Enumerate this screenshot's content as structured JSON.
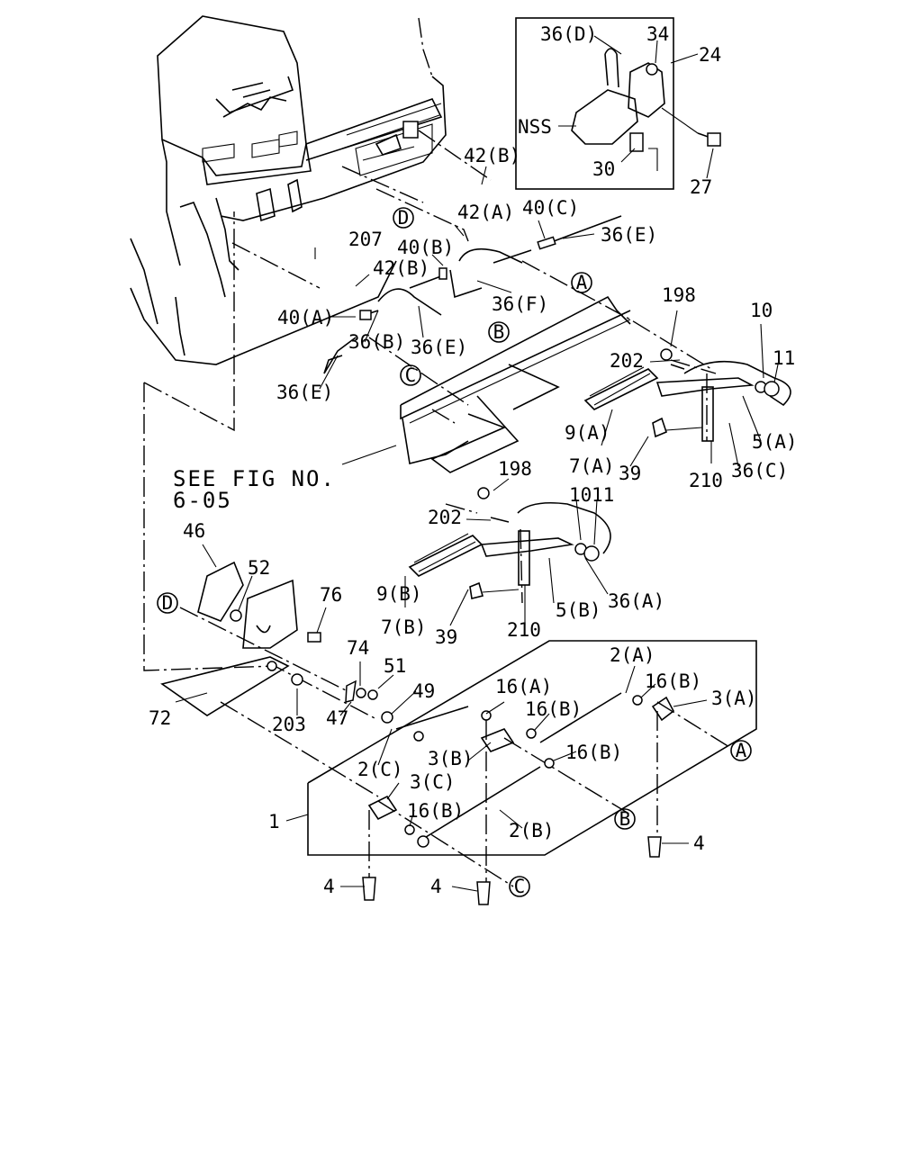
{
  "callouts": {
    "c36D": "36(D)",
    "c34": "34",
    "c24": "24",
    "cNSS": "NSS",
    "c30": "30",
    "c27": "27",
    "c42B_top": "42(B)",
    "c42A": "42(A)",
    "c40C": "40(C)",
    "c36E_top": "36(E)",
    "c207": "207",
    "c40B": "40(B)",
    "c42B": "42(B)",
    "c36F": "36(F)",
    "c40A": "40(A)",
    "c36B": "36(B)",
    "c36E_mid": "36(E)",
    "c36E_left": "36(E)",
    "c198_top": "198",
    "c10_top": "10",
    "c11_top": "11",
    "c202_top": "202",
    "c9A": "9(A)",
    "c7A": "7(A)",
    "c39_top": "39",
    "c210_top": "210",
    "c5A": "5(A)",
    "c36C": "36(C)",
    "c198_mid": "198",
    "c202_mid": "202",
    "c10_mid": "10",
    "c11_mid": "11",
    "c9B": "9(B)",
    "c7B": "7(B)",
    "c39_mid": "39",
    "c210_mid": "210",
    "c5B": "5(B)",
    "c36A": "36(A)",
    "c46": "46",
    "c52": "52",
    "c76": "76",
    "c74": "74",
    "c51": "51",
    "c49": "49",
    "c47": "47",
    "c203": "203",
    "c72": "72",
    "c2A": "2(A)",
    "c16A": "16(A)",
    "c16B_1": "16(B)",
    "c3A": "3(A)",
    "c16B_2": "16(B)",
    "c3B": "3(B)",
    "c16B_3": "16(B)",
    "c2C": "2(C)",
    "c3C": "3(C)",
    "c16B_4": "16(B)",
    "c2B": "2(B)",
    "c1": "1",
    "c4_left": "4",
    "c4_mid": "4",
    "c4_right": "4"
  },
  "see_fig": {
    "line1": "SEE FIG NO.",
    "line2": "6-05"
  },
  "markers": {
    "D_top": "D",
    "A_top": "A",
    "B_top": "B",
    "C_top": "C",
    "D_left": "D",
    "A_right": "A",
    "B_right": "B",
    "C_bottom": "C"
  }
}
